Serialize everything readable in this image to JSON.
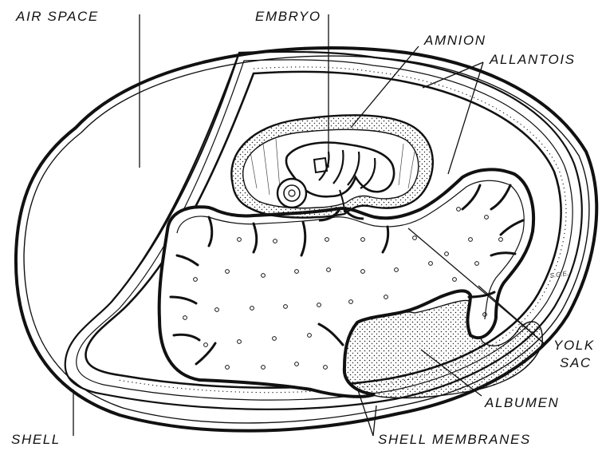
{
  "labels": {
    "air_space": "AIR SPACE",
    "embryo": "EMBRYO",
    "amnion": "AMNION",
    "allantois": "ALLANTOIS",
    "yolk_sac_line1": "YOLK",
    "yolk_sac_line2": "SAC",
    "albumen": "ALBUMEN",
    "shell": "SHELL",
    "shell_membranes": "SHELL MEMBRANES"
  },
  "signature": "S.G.E.",
  "colors": {
    "ink": "#111111",
    "paper": "#ffffff"
  }
}
